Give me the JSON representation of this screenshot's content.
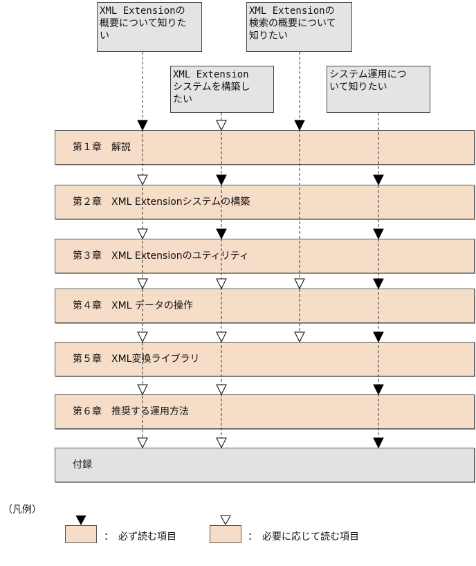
{
  "goals": [
    {
      "id": "overview",
      "text": "XML Extensionの\n概要について知りた\nい"
    },
    {
      "id": "build",
      "text": "XML Extension\nシステムを構築し\nたい"
    },
    {
      "id": "search",
      "text": "XML Extensionの\n検索の概要について\n知りたい"
    },
    {
      "id": "operation",
      "text": "システム運用につ\nいて知りたい"
    }
  ],
  "chapters": [
    {
      "id": "ch1",
      "label": "第１章　解説"
    },
    {
      "id": "ch2",
      "label": "第２章　XML Extensionシステムの構築"
    },
    {
      "id": "ch3",
      "label": "第３章　XML Extensionのユティリティ"
    },
    {
      "id": "ch4",
      "label": "第４章　XML データの操作"
    },
    {
      "id": "ch5",
      "label": "第５章　XML変換ライブラリ"
    },
    {
      "id": "ch6",
      "label": "第６章　推奨する運用方法"
    },
    {
      "id": "appendix",
      "label": "付録"
    }
  ],
  "reading_paths": {
    "overview": [
      "must",
      "optional",
      "optional",
      "optional",
      "optional",
      "optional",
      "optional"
    ],
    "build": [
      "optional",
      "must",
      "must",
      "optional",
      "optional",
      "optional",
      "optional"
    ],
    "search": [
      "must",
      "none",
      "none",
      "optional",
      "optional",
      "none",
      "none"
    ],
    "operation": [
      "none",
      "must",
      "must",
      "must",
      "must",
      "must",
      "must"
    ]
  },
  "legend": {
    "title": "（凡例）",
    "must_label": "：　必ず読む項目",
    "optional_label": "：　必要に応じて読む項目"
  }
}
